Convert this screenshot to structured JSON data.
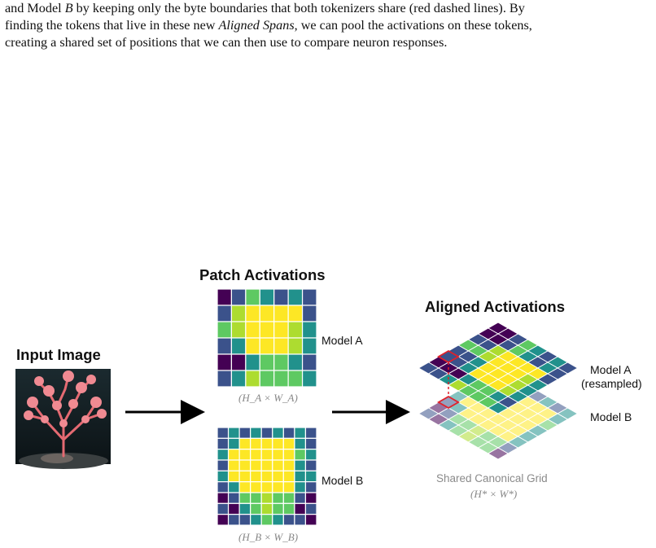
{
  "paragraph": {
    "line1_a": "and Model ",
    "line1_b": "B",
    "line1_c": " by keeping only the byte boundaries that both tokenizers share (red dashed lines). By",
    "line2_a": "finding the tokens that live in these new ",
    "line2_b": "Aligned Spans",
    "line2_c": ", we can pool the activations on these tokens,",
    "line3": "creating a shared set of positions that we can then use to compare neuron responses."
  },
  "figure": {
    "input_title": "Input Image",
    "patch_title": "Patch Activations",
    "aligned_title": "Aligned Activations",
    "model_a_label": "Model A",
    "model_b_label": "Model B",
    "model_a_formula": "(H_A × W_A)",
    "model_b_formula": "(H_B × W_B)",
    "aligned_model_a": "Model A",
    "aligned_model_a_sub": "(resampled)",
    "aligned_model_b": "Model B",
    "shared_caption": "Shared Canonical Grid",
    "shared_formula": "(H* × W*)",
    "colors": {
      "purple": "#440154",
      "indigo": "#3b528b",
      "teal": "#21918c",
      "green": "#5ec962",
      "lime": "#addc30",
      "yellow": "#fde725",
      "red": "#e0202a"
    },
    "model_a_grid": [
      [
        0,
        1,
        3,
        2,
        1,
        2,
        1
      ],
      [
        1,
        4,
        5,
        5,
        5,
        5,
        1
      ],
      [
        3,
        4,
        5,
        5,
        5,
        4,
        2
      ],
      [
        1,
        2,
        5,
        5,
        5,
        4,
        2
      ],
      [
        0,
        0,
        2,
        3,
        3,
        2,
        1
      ],
      [
        1,
        2,
        4,
        3,
        3,
        3,
        2
      ]
    ],
    "model_b_grid": [
      [
        1,
        2,
        1,
        2,
        1,
        2,
        1,
        2,
        1
      ],
      [
        1,
        2,
        5,
        5,
        5,
        5,
        5,
        2,
        1
      ],
      [
        2,
        5,
        5,
        5,
        5,
        5,
        5,
        3,
        2
      ],
      [
        1,
        5,
        5,
        5,
        5,
        5,
        5,
        2,
        1
      ],
      [
        2,
        5,
        5,
        5,
        5,
        5,
        5,
        2,
        2
      ],
      [
        1,
        2,
        5,
        5,
        5,
        5,
        5,
        2,
        1
      ],
      [
        0,
        1,
        3,
        3,
        4,
        3,
        3,
        1,
        0
      ],
      [
        1,
        0,
        2,
        3,
        4,
        3,
        3,
        0,
        1
      ],
      [
        0,
        1,
        1,
        2,
        3,
        2,
        1,
        1,
        0
      ]
    ]
  }
}
